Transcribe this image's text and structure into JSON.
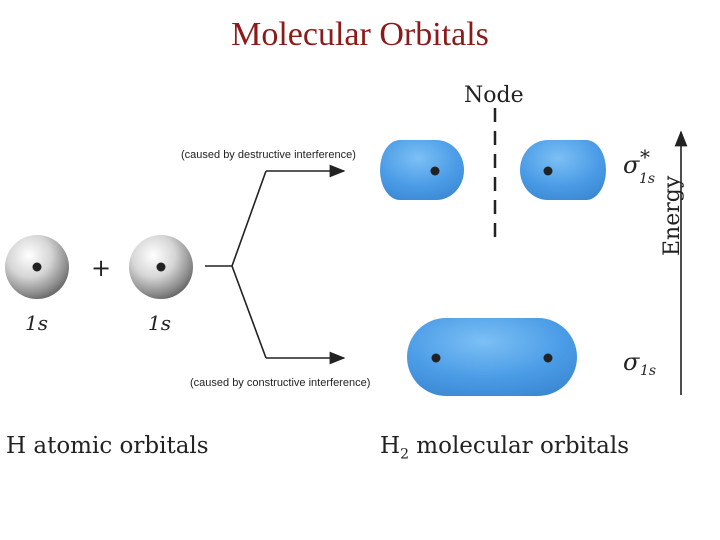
{
  "title": "Molecular Orbitals",
  "captions": {
    "antibonding": "(caused by destructive interference)",
    "bonding": "(caused by constructive interference)"
  },
  "node_label": "Node",
  "atoms": {
    "plus": "+",
    "left_label": "1s",
    "right_label": "1s"
  },
  "orbitals": {
    "antibonding_symbol": "σ",
    "antibonding_star": "*",
    "antibonding_sub": "1s",
    "bonding_symbol": "σ",
    "bonding_sub": "1s"
  },
  "energy_label": "Energy",
  "footer": {
    "left": "H atomic orbitals",
    "right_prefix": "H",
    "right_sub": "2",
    "right_suffix": " molecular orbitals"
  },
  "colors": {
    "title": "#8b1a1a",
    "orbital_blue": "#4a9be6",
    "atom_gray": "#9a9a9a"
  }
}
